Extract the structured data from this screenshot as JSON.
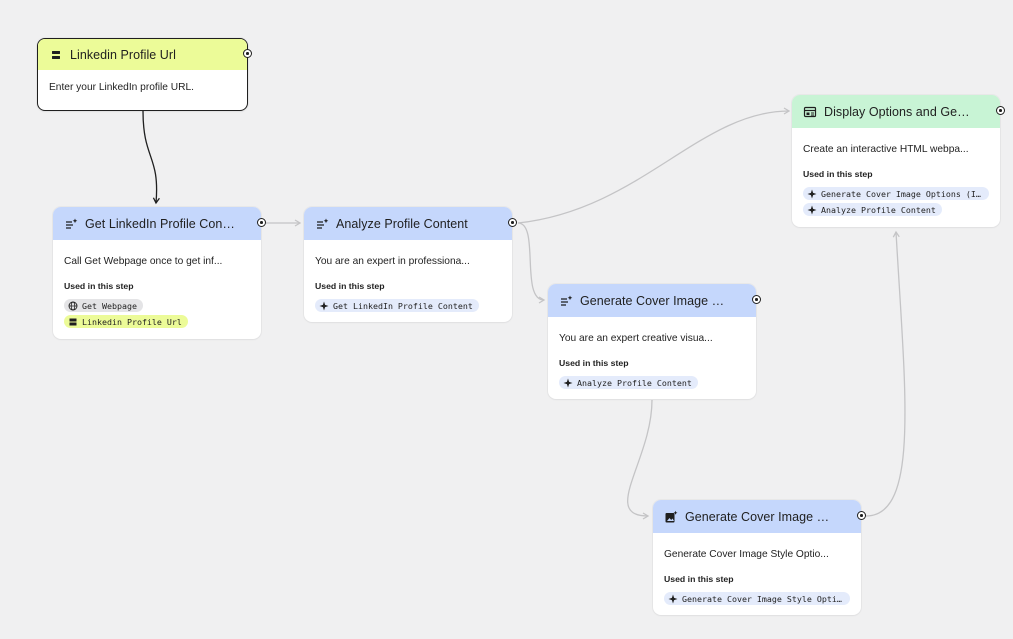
{
  "colors": {
    "canvas": "#f0f0f1",
    "input_header": "#ecfb98",
    "step_header": "#c5d7fc",
    "output_header": "#c8f4d5",
    "chip_step": "#e4ebfb",
    "chip_tool": "#e4e4e6",
    "chip_input": "#ecfb98",
    "edge_default": "#c4c4c6",
    "edge_selected": "#1f1f1f"
  },
  "nodes": {
    "linkedin_url": {
      "title": "Linkedin Profile Url",
      "description": "Enter your LinkedIn profile URL.",
      "icon": "input-field-icon"
    },
    "get_content": {
      "title": "Get LinkedIn Profile Content",
      "description": "Call Get Webpage once to get inf...",
      "used_label": "Used in this step",
      "icon": "sparkle-list-icon",
      "chips": [
        {
          "label": "Get Webpage",
          "icon": "globe-icon"
        },
        {
          "label": "Linkedin Profile Url",
          "icon": "input-field-icon"
        }
      ]
    },
    "analyze": {
      "title": "Analyze Profile Content",
      "description": "You are an expert in professiona...",
      "used_label": "Used in this step",
      "icon": "sparkle-list-icon",
      "chips": [
        {
          "label": "Get LinkedIn Profile Content",
          "icon": "sparkle-icon"
        }
      ]
    },
    "cover_style": {
      "title": "Generate Cover Image Style ...",
      "description": "You are an expert creative visua...",
      "used_label": "Used in this step",
      "icon": "sparkle-list-icon",
      "chips": [
        {
          "label": "Analyze Profile Content",
          "icon": "sparkle-icon"
        }
      ]
    },
    "cover_options": {
      "title": "Generate Cover Image Optio...",
      "description": "Generate Cover Image Style Optio...",
      "used_label": "Used in this step",
      "icon": "image-sparkle-icon",
      "chips": [
        {
          "label": "Generate Cover Image Style Opti...",
          "icon": "sparkle-icon"
        }
      ]
    },
    "display": {
      "title": "Display Options and Generat...",
      "description": "Create an interactive HTML webpa...",
      "used_label": "Used in this step",
      "icon": "web-display-icon",
      "chips": [
        {
          "label": "Generate Cover Image Options (I...",
          "icon": "sparkle-icon"
        },
        {
          "label": "Analyze Profile Content",
          "icon": "sparkle-icon"
        }
      ]
    }
  },
  "edges": [
    {
      "from": "linkedin_url",
      "to": "get_content",
      "selected": true
    },
    {
      "from": "get_content",
      "to": "analyze",
      "selected": false
    },
    {
      "from": "analyze",
      "to": "cover_style",
      "selected": false
    },
    {
      "from": "analyze",
      "to": "display",
      "selected": false
    },
    {
      "from": "cover_style",
      "to": "cover_options",
      "selected": false
    },
    {
      "from": "cover_options",
      "to": "display",
      "selected": false
    }
  ]
}
